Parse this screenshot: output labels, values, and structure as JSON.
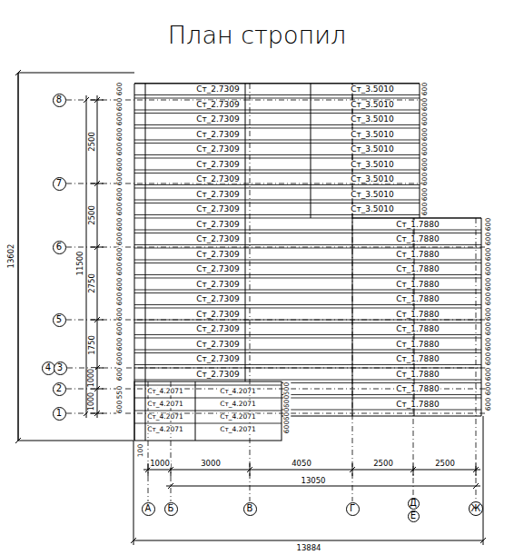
{
  "diagram": {
    "title": "План стропил",
    "nodes": [
      {
        "text": [
          "8"
        ]
      },
      {
        "text": [
          "7"
        ]
      },
      {
        "text": [
          "6"
        ]
      },
      {
        "text": [
          "5"
        ]
      },
      {
        "text": [
          "4"
        ]
      },
      {
        "text": [
          "3"
        ]
      },
      {
        "text": [
          "2"
        ]
      },
      {
        "text": [
          "1"
        ]
      },
      {
        "text": [
          "А"
        ]
      },
      {
        "text": [
          "Б"
        ]
      },
      {
        "text": [
          "В"
        ]
      },
      {
        "text": [
          "Г"
        ]
      },
      {
        "text": [
          "Д"
        ]
      },
      {
        "text": [
          "Е"
        ]
      },
      {
        "text": [
          "Ж"
        ]
      }
    ],
    "labels": [
      "Ст_2.7309",
      "Ст_2.7309",
      "Ст_2.7309",
      "Ст_2.7309",
      "Ст_2.7309",
      "Ст_2.7309",
      "Ст_2.7309",
      "Ст_2.7309",
      "Ст_2.7309",
      "Ст_2.7309",
      "Ст_2.7309",
      "Ст_2.7309",
      "Ст_2.7309",
      "Ст_2.7309",
      "Ст_2.7309",
      "Ст_2.7309",
      "Ст_2.7309",
      "Ст_2.7309",
      "Ст_2.7309",
      "Ст_2.7309",
      "Ст_3.5010",
      "Ст_3.5010",
      "Ст_3.5010",
      "Ст_3.5010",
      "Ст_3.5010",
      "Ст_3.5010",
      "Ст_3.5010",
      "Ст_3.5010",
      "Ст_3.5010",
      "Ст_1.7880",
      "Ст_1.7880",
      "Ст_1.7880",
      "Ст_1.7880",
      "Ст_1.7880",
      "Ст_1.7880",
      "Ст_1.7880",
      "Ст_1.7880",
      "Ст_1.7880",
      "Ст_1.7880",
      "Ст_1.7880",
      "Ст_1.7880",
      "Ст_1.7880",
      "Ст_4.2071",
      "Ст_4.2071",
      "Ст_4.2071",
      "Ст_4.2071",
      "Ст_4.2071",
      "Ст_4.2071",
      "Ст_4.2071",
      "Ст_4.2071",
      "600",
      "600",
      "600",
      "600",
      "600",
      "600",
      "600",
      "600",
      "600",
      "600",
      "600",
      "600",
      "600",
      "600",
      "600",
      "600",
      "600",
      "600",
      "600",
      "600",
      "550",
      "600",
      "600",
      "600",
      "600",
      "600",
      "600",
      "600",
      "600",
      "600",
      "600",
      "600",
      "600",
      "600",
      "600",
      "600",
      "600",
      "600",
      "600",
      "600",
      "600",
      "600",
      "600",
      "600",
      "500",
      "600",
      "600",
      "600",
      "100",
      "2500",
      "2500",
      "2750",
      "1750",
      "1000",
      "1000",
      "11500",
      "13602",
      "1000",
      "3000",
      "4050",
      "2500",
      "2500",
      "13050",
      "13884"
    ]
  }
}
